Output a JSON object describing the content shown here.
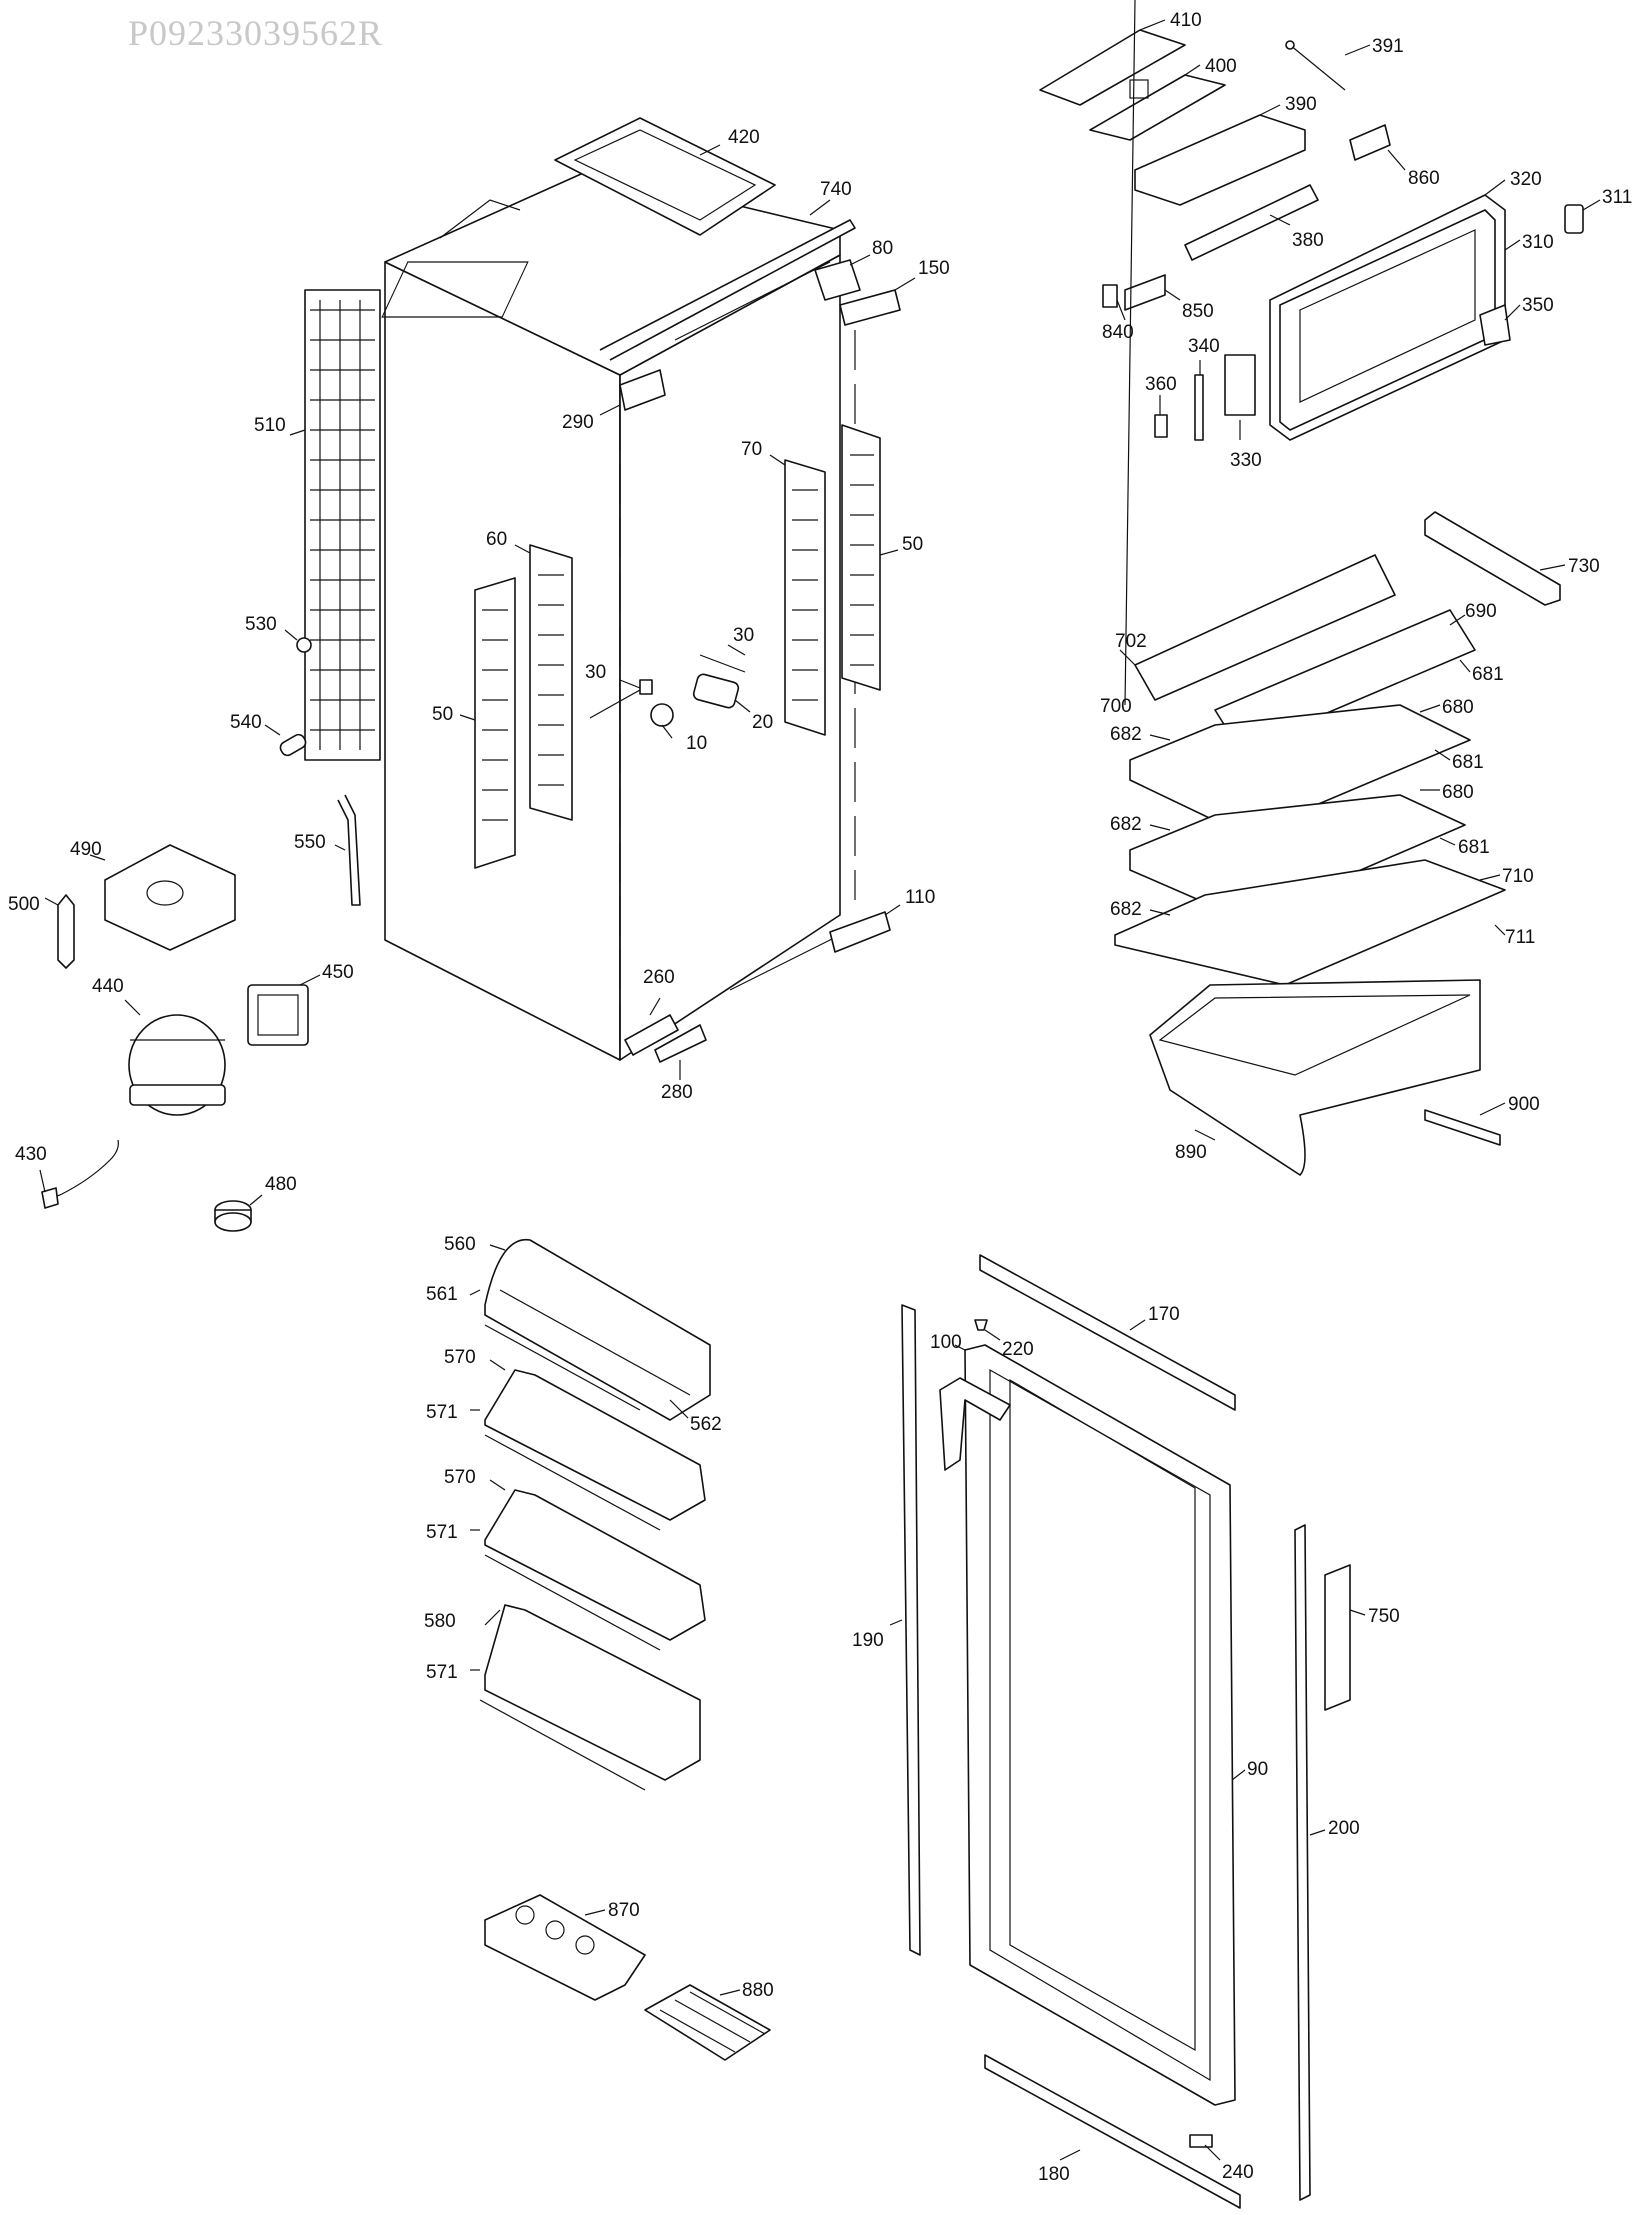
{
  "header": {
    "code": "P09233039562R"
  },
  "callouts": [
    {
      "id": "410",
      "text": "410"
    },
    {
      "id": "391",
      "text": "391"
    },
    {
      "id": "400",
      "text": "400"
    },
    {
      "id": "390",
      "text": "390"
    },
    {
      "id": "860",
      "text": "860"
    },
    {
      "id": "320",
      "text": "320"
    },
    {
      "id": "311",
      "text": "311"
    },
    {
      "id": "310",
      "text": "310"
    },
    {
      "id": "380",
      "text": "380"
    },
    {
      "id": "850",
      "text": "850"
    },
    {
      "id": "840",
      "text": "840"
    },
    {
      "id": "350",
      "text": "350"
    },
    {
      "id": "340",
      "text": "340"
    },
    {
      "id": "360",
      "text": "360"
    },
    {
      "id": "330",
      "text": "330"
    },
    {
      "id": "420",
      "text": "420"
    },
    {
      "id": "740",
      "text": "740"
    },
    {
      "id": "80",
      "text": "80"
    },
    {
      "id": "150",
      "text": "150"
    },
    {
      "id": "290",
      "text": "290"
    },
    {
      "id": "510",
      "text": "510"
    },
    {
      "id": "70",
      "text": "70"
    },
    {
      "id": "50a",
      "text": "50"
    },
    {
      "id": "60",
      "text": "60"
    },
    {
      "id": "530",
      "text": "530"
    },
    {
      "id": "30a",
      "text": "30"
    },
    {
      "id": "30b",
      "text": "30"
    },
    {
      "id": "50b",
      "text": "50"
    },
    {
      "id": "20",
      "text": "20"
    },
    {
      "id": "10",
      "text": "10"
    },
    {
      "id": "540",
      "text": "540"
    },
    {
      "id": "550",
      "text": "550"
    },
    {
      "id": "490",
      "text": "490"
    },
    {
      "id": "500",
      "text": "500"
    },
    {
      "id": "110",
      "text": "110"
    },
    {
      "id": "440",
      "text": "440"
    },
    {
      "id": "450",
      "text": "450"
    },
    {
      "id": "260",
      "text": "260"
    },
    {
      "id": "280",
      "text": "280"
    },
    {
      "id": "430",
      "text": "430"
    },
    {
      "id": "480",
      "text": "480"
    },
    {
      "id": "730",
      "text": "730"
    },
    {
      "id": "690",
      "text": "690"
    },
    {
      "id": "702",
      "text": "702"
    },
    {
      "id": "681a",
      "text": "681"
    },
    {
      "id": "700",
      "text": "700"
    },
    {
      "id": "680a",
      "text": "680"
    },
    {
      "id": "682a",
      "text": "682"
    },
    {
      "id": "681b",
      "text": "681"
    },
    {
      "id": "680b",
      "text": "680"
    },
    {
      "id": "682b",
      "text": "682"
    },
    {
      "id": "681c",
      "text": "681"
    },
    {
      "id": "710",
      "text": "710"
    },
    {
      "id": "682c",
      "text": "682"
    },
    {
      "id": "711",
      "text": "711"
    },
    {
      "id": "900",
      "text": "900"
    },
    {
      "id": "890",
      "text": "890"
    },
    {
      "id": "560",
      "text": "560"
    },
    {
      "id": "561",
      "text": "561"
    },
    {
      "id": "570a",
      "text": "570"
    },
    {
      "id": "562",
      "text": "562"
    },
    {
      "id": "571a",
      "text": "571"
    },
    {
      "id": "570b",
      "text": "570"
    },
    {
      "id": "571b",
      "text": "571"
    },
    {
      "id": "580",
      "text": "580"
    },
    {
      "id": "571c",
      "text": "571"
    },
    {
      "id": "870",
      "text": "870"
    },
    {
      "id": "880",
      "text": "880"
    },
    {
      "id": "170",
      "text": "170"
    },
    {
      "id": "100",
      "text": "100"
    },
    {
      "id": "220",
      "text": "220"
    },
    {
      "id": "190",
      "text": "190"
    },
    {
      "id": "750",
      "text": "750"
    },
    {
      "id": "90",
      "text": "90"
    },
    {
      "id": "200",
      "text": "200"
    },
    {
      "id": "180",
      "text": "180"
    },
    {
      "id": "240",
      "text": "240"
    }
  ]
}
